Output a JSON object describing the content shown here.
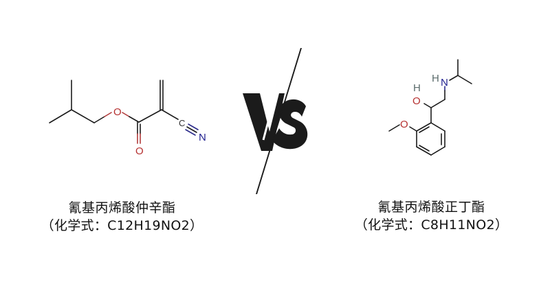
{
  "left_compound": {
    "name": "氰基丙烯酸仲辛酯",
    "formula_label": "（化学式：C12H19NO2）",
    "structure_atoms": {
      "ester_oxygen": "O",
      "carbonyl_oxygen": "O",
      "nitrile_carbon": "C",
      "nitrile_nitrogen": "N"
    }
  },
  "right_compound": {
    "name": "氰基丙烯酸正丁酯",
    "formula_label": "（化学式：C8H11NO2）",
    "structure_atoms": {
      "amine_hydrogen": "H",
      "amine_nitrogen": "N",
      "hydroxyl_hydrogen": "H",
      "hydroxyl_oxygen": "O",
      "methoxy_oxygen": "O"
    }
  },
  "versus": {
    "label": "VS"
  },
  "colors": {
    "background": "#ffffff",
    "bond": "#1a1a1a",
    "oxygen": "#b52f2f",
    "nitrogen": "#1f1f8f",
    "hydrogen": "#5a6b6b",
    "vs": "#1b1b1b"
  }
}
